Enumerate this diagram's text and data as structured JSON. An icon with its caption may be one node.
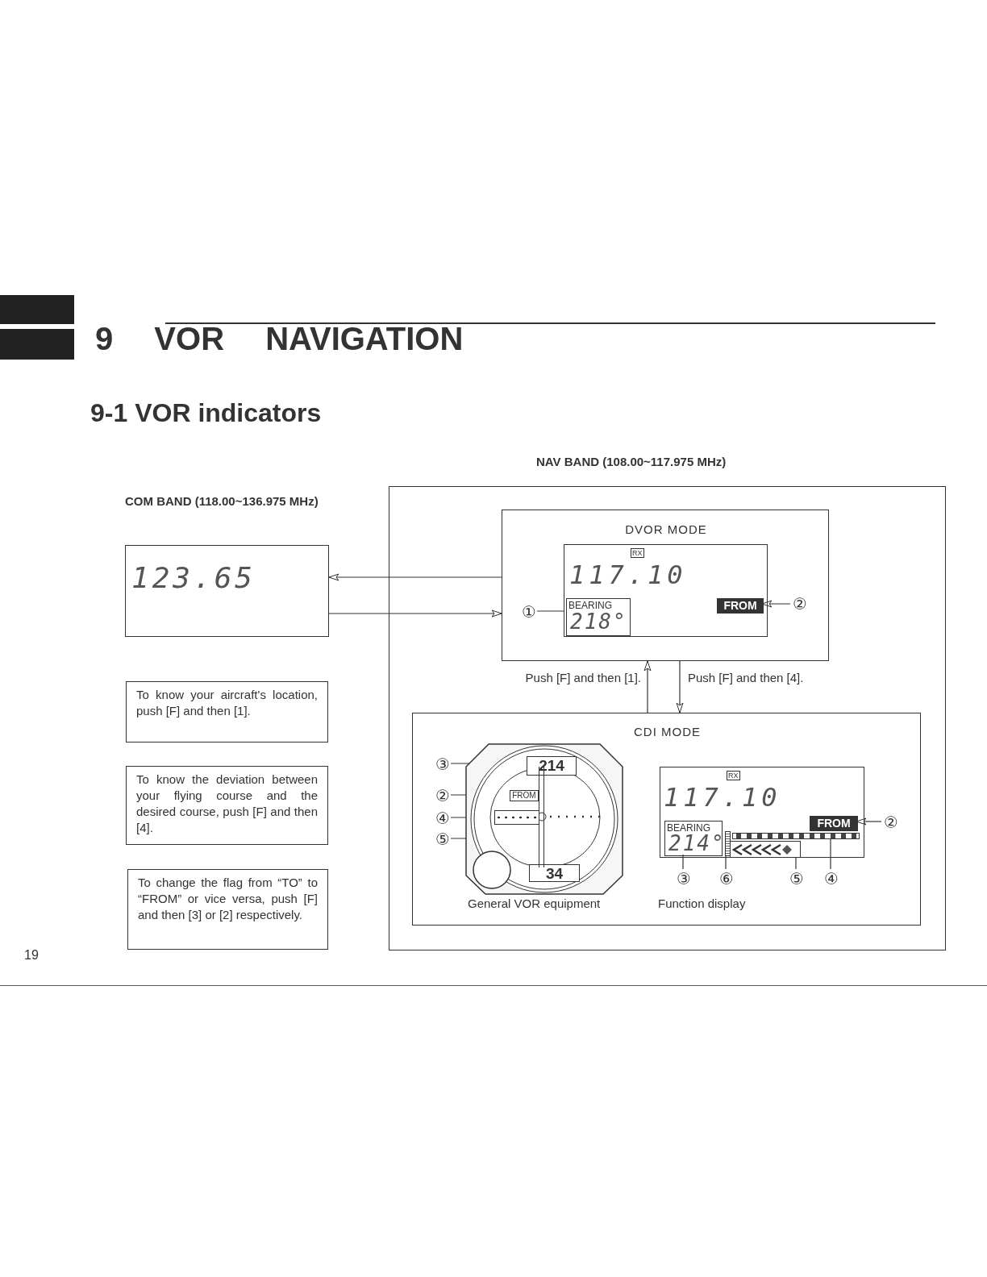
{
  "diagram": {
    "title": "9 VOR NAVIGATION",
    "nodes": [
      {
        "text": [
          "NAV BAND (108.00~117.975 MHz)"
        ]
      },
      {
        "text": [
          "COM BAND (118.00~136.975 MHz)",
          "123.65"
        ]
      },
      {
        "text": [
          "DVOR MODE"
        ],
        "in": 0
      },
      {
        "text": [
          "RX",
          "117.10"
        ],
        "in": 2
      },
      {
        "text": [
          "BEARING",
          "218°"
        ],
        "in": 3
      },
      {
        "text": [
          "FROM"
        ],
        "in": 3
      },
      {
        "text": [
          "①"
        ],
        "in": 2
      },
      {
        "text": [
          "②"
        ],
        "in": 2
      },
      {
        "text": [
          "To know your aircraft's location, push [F] and then [1]."
        ]
      },
      {
        "text": [
          "To know the deviation between your flying course and the desired course, push [F] and then [4]."
        ]
      },
      {
        "text": [
          "To change the flag from “TO” to “FROM” or vice versa, push [F] and then [3] or [2] respectively."
        ]
      },
      {
        "text": [
          "CDI MODE"
        ],
        "in": 0
      },
      {
        "text": [],
        "shape": "circle",
        "in": 11
      },
      {
        "text": [
          "214"
        ],
        "in": 12
      },
      {
        "text": [
          "FROM"
        ],
        "in": 12
      },
      {
        "text": [],
        "shape": "bar",
        "in": 12
      },
      {
        "text": [
          "34"
        ],
        "in": 12
      },
      {
        "text": [
          "③"
        ],
        "in": 11
      },
      {
        "text": [
          "②"
        ],
        "in": 11
      },
      {
        "text": [
          "④"
        ],
        "in": 11
      },
      {
        "text": [
          "⑤"
        ],
        "in": 11
      },
      {
        "text": [
          "RX",
          "117.10"
        ],
        "in": 11
      },
      {
        "text": [
          "BEARING",
          "214°"
        ],
        "in": 21
      },
      {
        "text": [
          "FROM"
        ],
        "in": 21
      },
      {
        "text": [],
        "shape": "bar",
        "in": 21
      },
      {
        "text": [],
        "shape": "bar",
        "in": 21
      },
      {
        "text": [],
        "shape": "bar",
        "in": 21
      },
      {
        "text": [
          "②"
        ],
        "in": 11
      },
      {
        "text": [
          "③"
        ],
        "in": 11
      },
      {
        "text": [
          "⑥"
        ],
        "in": 11
      },
      {
        "text": [
          "⑤"
        ],
        "in": 11
      },
      {
        "text": [
          "④"
        ],
        "in": 11
      },
      {
        "text": [],
        "shape": "bar",
        "in": 12
      }
    ],
    "edges": [
      {
        "from": 2,
        "to": 1,
        "arrow": "to"
      },
      {
        "from": 1,
        "to": 2,
        "arrow": "to"
      },
      {
        "from": 11,
        "to": 2,
        "arrow": "to",
        "label": "Push [F] and then [1]."
      },
      {
        "from": 2,
        "to": 11,
        "arrow": "to",
        "label": "Push [F] and then [4]."
      },
      {
        "from": 6,
        "to": 4,
        "arrow": "none"
      },
      {
        "from": 7,
        "to": 5,
        "arrow": "to"
      },
      {
        "from": 17,
        "to": 13,
        "arrow": "to"
      },
      {
        "from": 18,
        "to": 14,
        "arrow": "to"
      },
      {
        "from": 19,
        "to": 15,
        "arrow": "none"
      },
      {
        "from": 20,
        "to": 32,
        "arrow": "to"
      },
      {
        "from": 27,
        "to": 23,
        "arrow": "to"
      },
      {
        "from": 28,
        "to": 22,
        "arrow": "none"
      },
      {
        "from": 29,
        "to": 25,
        "arrow": "none"
      },
      {
        "from": 30,
        "to": 26,
        "arrow": "none"
      },
      {
        "from": 31,
        "to": 24,
        "arrow": "none"
      }
    ],
    "labels": [
      "9-1 VOR indicators",
      "General VOR equipment",
      "Function display",
      "19"
    ]
  }
}
